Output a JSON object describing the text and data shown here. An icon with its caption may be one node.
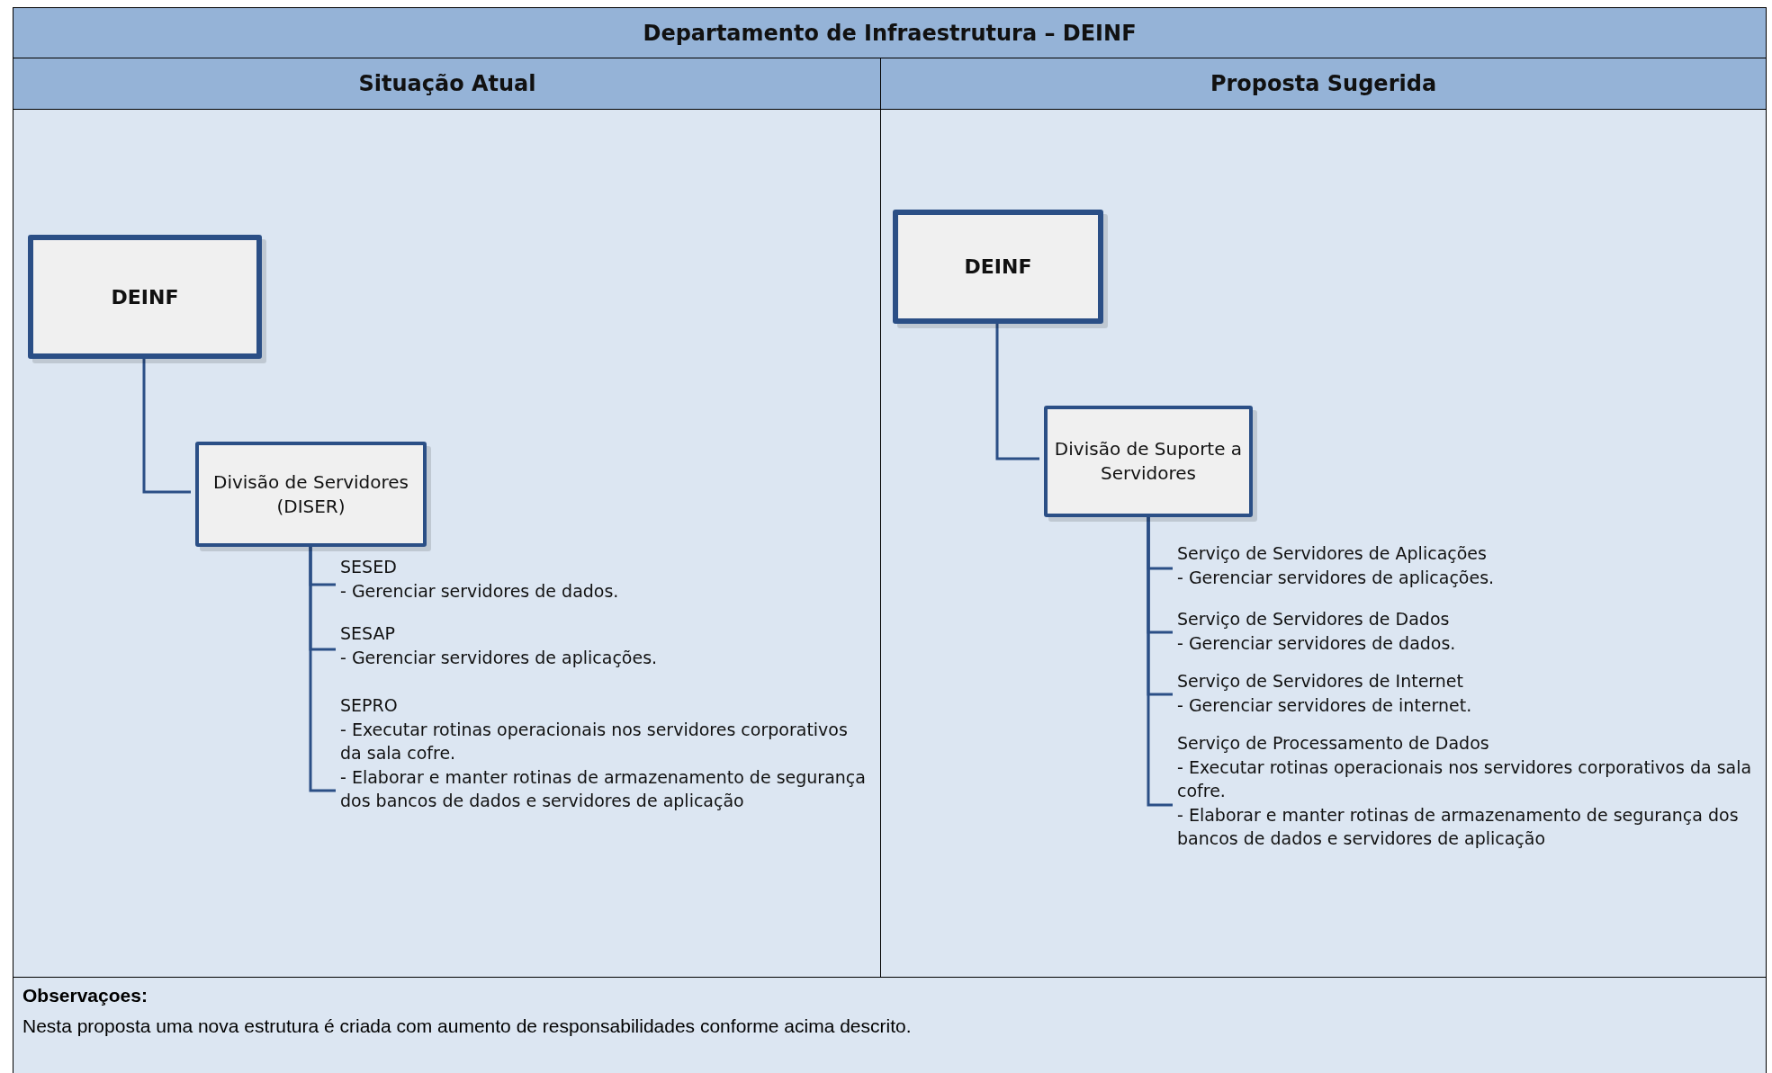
{
  "diagram": {
    "title": "Departamento de Infraestrutura – DEINF",
    "nodes": [
      {
        "text": [
          "Situação Atual"
        ]
      },
      {
        "text": [
          "DEINF"
        ],
        "in": 0
      },
      {
        "text": [
          "Divisão de Servidores (DISER)"
        ],
        "in": 0
      },
      {
        "text": [
          "SESED",
          "- Gerenciar servidores de dados."
        ],
        "in": 0
      },
      {
        "text": [
          "SESAP",
          "- Gerenciar servidores de aplicações."
        ],
        "in": 0
      },
      {
        "text": [
          "SEPRO",
          "- Executar rotinas operacionais nos servidores corporativos da sala cofre.",
          "- Elaborar e manter rotinas de armazenamento de segurança dos bancos de dados e servidores de aplicação"
        ],
        "in": 0
      },
      {
        "text": [
          "Proposta Sugerida"
        ]
      },
      {
        "text": [
          "DEINF"
        ],
        "in": 6
      },
      {
        "text": [
          "Divisão de Suporte a Servidores"
        ],
        "in": 6
      },
      {
        "text": [
          "Serviço de Servidores de Aplicações",
          "- Gerenciar servidores de aplicações."
        ],
        "in": 6
      },
      {
        "text": [
          "Serviço de Servidores de Dados",
          "- Gerenciar servidores de dados."
        ],
        "in": 6
      },
      {
        "text": [
          "Serviço de Servidores de Internet",
          "- Gerenciar servidores de internet."
        ],
        "in": 6
      },
      {
        "text": [
          "Serviço de Processamento de Dados",
          "- Executar rotinas operacionais nos servidores corporativos da sala cofre.",
          "- Elaborar e manter rotinas de armazenamento de segurança dos bancos de dados e servidores de aplicação"
        ],
        "in": 6
      }
    ],
    "edges": [
      {
        "from": 1,
        "to": 2,
        "arrow": "none"
      },
      {
        "from": 2,
        "to": 3,
        "arrow": "none"
      },
      {
        "from": 2,
        "to": 4,
        "arrow": "none"
      },
      {
        "from": 2,
        "to": 5,
        "arrow": "none"
      },
      {
        "from": 7,
        "to": 8,
        "arrow": "none"
      },
      {
        "from": 8,
        "to": 9,
        "arrow": "none"
      },
      {
        "from": 8,
        "to": 10,
        "arrow": "none"
      },
      {
        "from": 8,
        "to": 11,
        "arrow": "none"
      },
      {
        "from": 8,
        "to": 12,
        "arrow": "none"
      }
    ],
    "labels": [
      "Observaçoes:",
      "Nesta proposta uma nova estrutura é criada com aumento de responsabilidades conforme acima descrito."
    ]
  }
}
